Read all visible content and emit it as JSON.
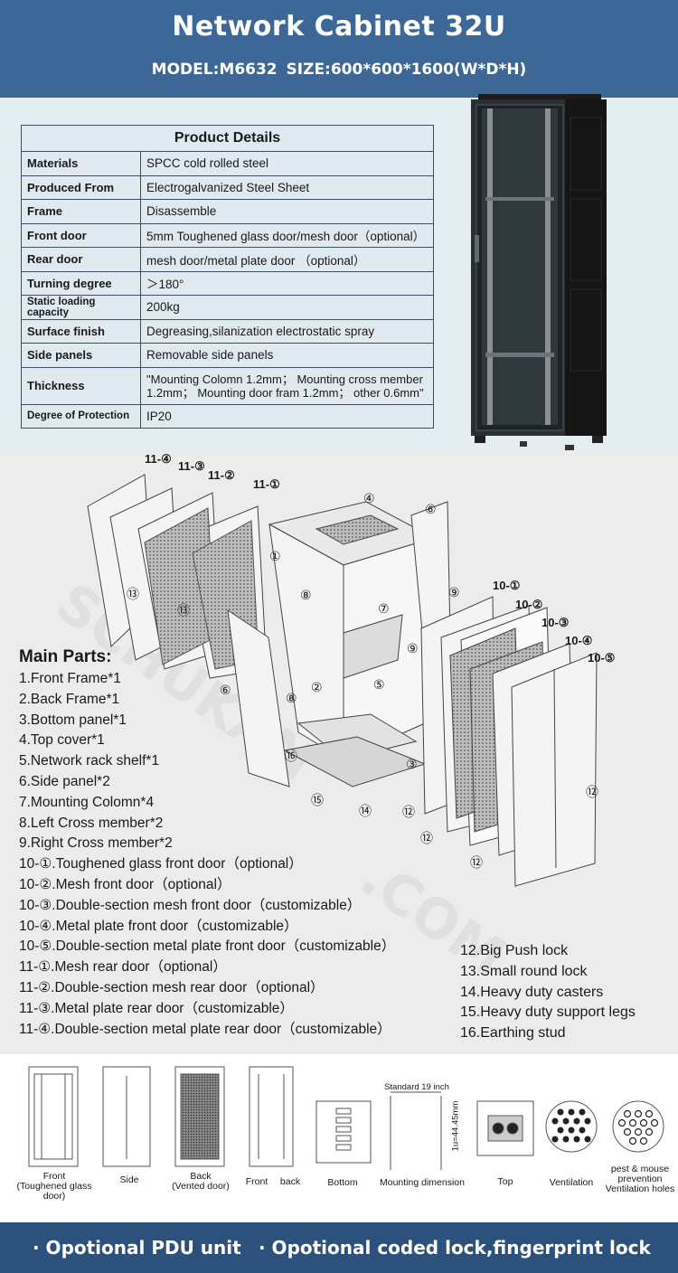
{
  "header": {
    "title": "Network Cabinet 32U",
    "subtitle": "MODEL:M6632   SIZE:600*600*1600(W*D*H)"
  },
  "spec_table": {
    "heading": "Product Details",
    "rows": [
      {
        "key": "Materials",
        "value": "SPCC cold rolled steel"
      },
      {
        "key": "Produced From",
        "value": "Electrogalvanized Steel Sheet"
      },
      {
        "key": "Frame",
        "value": "Disassemble"
      },
      {
        "key": "Front door",
        "value": "5mm Toughened glass door/mesh door（optional）"
      },
      {
        "key": "Rear door",
        "value": "mesh door/metal plate door  （optional）"
      },
      {
        "key": "Turning degree",
        "value": "＞180°"
      },
      {
        "key": "Static loading capacity",
        "value": "200kg"
      },
      {
        "key": "Surface finish",
        "value": "Degreasing,silanization electrostatic spray"
      },
      {
        "key": "Side panels",
        "value": "Removable side panels"
      },
      {
        "key": "Thickness",
        "value": "\"Mounting Colomn 1.2mm； Mounting cross member 1.2mm； Mounting door fram 1.2mm； other 0.6mm\""
      },
      {
        "key": "Degree of Protection",
        "value": "IP20"
      }
    ]
  },
  "main_parts": {
    "title": "Main Parts:",
    "items": [
      "1.Front Frame*1",
      "2.Back Frame*1",
      "3.Bottom panel*1",
      "4.Top cover*1",
      "5.Network rack shelf*1",
      "6.Side panel*2",
      "7.Mounting Colomn*4",
      "8.Left Cross member*2",
      "9.Right Cross member*2",
      "10-①.Toughened glass front door（optional）",
      "10-②.Mesh front door（optional）",
      "10-③.Double-section mesh front door（customizable）",
      "10-④.Metal plate front door（customizable）",
      "10-⑤.Double-section metal plate front door（customizable）",
      "11-①.Mesh rear door（optional）",
      "11-②.Double-section mesh rear door（optional）",
      "11-③.Metal plate rear door（customizable）",
      "11-④.Double-section metal plate rear door（customizable）"
    ],
    "items_right": [
      "12.Big Push lock",
      "13.Small round lock",
      "14.Heavy duty casters",
      "15.Heavy duty support legs",
      "16.Earthing stud"
    ]
  },
  "diagram_labels": {
    "rear_doors": [
      "11-④",
      "11-③",
      "11-②",
      "11-①"
    ],
    "front_doors": [
      "10-①",
      "10-②",
      "10-③",
      "10-④",
      "10-⑤"
    ],
    "callouts": [
      "④",
      "⑥",
      "①",
      "⑧",
      "⑦",
      "⑨",
      "⑨",
      "②",
      "⑤",
      "⑧",
      "③",
      "⑯",
      "⑮",
      "⑭",
      "⑫",
      "⑫",
      "⑫",
      "⑫",
      "⑬",
      "⑬",
      "⑥"
    ]
  },
  "views": {
    "front": "Front\n(Toughened glass door)",
    "side": "Side",
    "back": "Back\n(Vented door)",
    "front_back_front": "Front",
    "front_back_back": "back",
    "bottom": "Bottom",
    "mounting": "Mounting dimension",
    "standard": "Standard 19 inch",
    "u_height": "1u=44.45mm",
    "top": "Top",
    "ventilation": "Ventilation",
    "pest": "pest & mouse\nprevention\nVentilation holes"
  },
  "footer": {
    "item1": "· Opotional PDU unit",
    "item2": "· Opotional coded lock,fingerprint lock"
  },
  "colors": {
    "header_bg": "#3c6796",
    "footer_bg": "#2c517c",
    "spec_bg": "#e3edf2",
    "parts_bg": "#ececec"
  }
}
